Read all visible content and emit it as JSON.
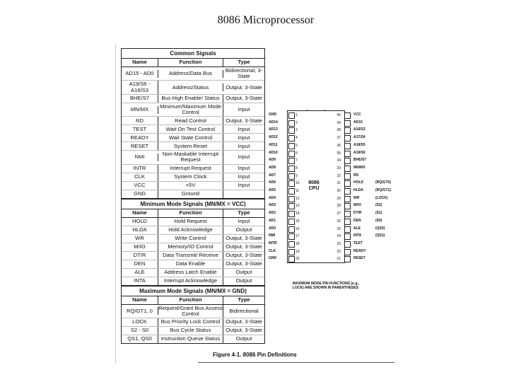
{
  "page_title": "8086 Microprocessor",
  "table": {
    "columns": [
      "Name",
      "Function",
      "Type"
    ],
    "sections": [
      {
        "title": "Common Signals",
        "rows": [
          [
            "AD15 - AD0",
            "Address/Data Bus",
            "Bidirectional, 3-State"
          ],
          [
            "A19/S6 - A16/S3",
            "Address/Status",
            "Output, 3-State"
          ],
          [
            "BHE/S7",
            "Bus High Enable/ Status",
            "Output, 3-State"
          ],
          [
            "MN/MX",
            "Minimum/Maximum Mode Control",
            "Input"
          ],
          [
            "RD",
            "Read Control",
            "Output, 3-State"
          ],
          [
            "TEST",
            "Wait On Test Control",
            "Input"
          ],
          [
            "READY",
            "Wait State Control",
            "Input"
          ],
          [
            "RESET",
            "System Reset",
            "Input"
          ],
          [
            "NMI",
            "Non-Maskable Interrupt Request",
            "Input"
          ],
          [
            "INTR",
            "Interrupt Request",
            "Input"
          ],
          [
            "CLK",
            "System Clock",
            "Input"
          ],
          [
            "VCC",
            "+5V",
            "Input"
          ],
          [
            "GND",
            "Ground",
            ""
          ]
        ]
      },
      {
        "title": "Minimum Mode Signals (MN/MX = VCC)",
        "rows": [
          [
            "HOLD",
            "Hold Request",
            "Input"
          ],
          [
            "HLDA",
            "Hold Acknowledge",
            "Output"
          ],
          [
            "WR",
            "Write Control",
            "Output, 3-State"
          ],
          [
            "M/IO",
            "Memory/IO Control",
            "Output, 3-State"
          ],
          [
            "DT/R",
            "Data Transmit/ Receive",
            "Output, 3-State"
          ],
          [
            "DEN",
            "Data Enable",
            "Output, 3-State"
          ],
          [
            "ALE",
            "Address Latch Enable",
            "Output"
          ],
          [
            "INTA",
            "Interrupt Acknowledge",
            "Output"
          ]
        ]
      },
      {
        "title": "Maximum Mode Signals (MN/MX = GND)",
        "rows": [
          [
            "RQ/GT1, 0",
            "Request/Grant Bus Access Control",
            "Bidirectional"
          ],
          [
            "LOCK",
            "Bus Priority Lock Control",
            "Output, 3-State"
          ],
          [
            "S2 - S0",
            "Bus Cycle Status",
            "Output, 3-State"
          ],
          [
            "QS1, QS0",
            "Instruction Queue Status",
            "Output"
          ]
        ]
      }
    ]
  },
  "chip": {
    "label": "8086 CPU",
    "left_pins": [
      {
        "n": "1",
        "name": "GND"
      },
      {
        "n": "2",
        "name": "AD14"
      },
      {
        "n": "3",
        "name": "AD13"
      },
      {
        "n": "4",
        "name": "AD12"
      },
      {
        "n": "5",
        "name": "AD11"
      },
      {
        "n": "6",
        "name": "AD10"
      },
      {
        "n": "7",
        "name": "AD9"
      },
      {
        "n": "8",
        "name": "AD8"
      },
      {
        "n": "9",
        "name": "AD7"
      },
      {
        "n": "10",
        "name": "AD6"
      },
      {
        "n": "11",
        "name": "AD5"
      },
      {
        "n": "12",
        "name": "AD4"
      },
      {
        "n": "13",
        "name": "AD3"
      },
      {
        "n": "14",
        "name": "AD2"
      },
      {
        "n": "15",
        "name": "AD1"
      },
      {
        "n": "16",
        "name": "AD0"
      },
      {
        "n": "17",
        "name": "NMI"
      },
      {
        "n": "18",
        "name": "INTR"
      },
      {
        "n": "19",
        "name": "CLK"
      },
      {
        "n": "20",
        "name": "GND"
      }
    ],
    "right_pins": [
      {
        "n": "40",
        "name": "VCC",
        "alt": ""
      },
      {
        "n": "39",
        "name": "AD15",
        "alt": ""
      },
      {
        "n": "38",
        "name": "A16/S3",
        "alt": ""
      },
      {
        "n": "37",
        "name": "A17/S4",
        "alt": ""
      },
      {
        "n": "36",
        "name": "A18/S5",
        "alt": ""
      },
      {
        "n": "35",
        "name": "A19/S6",
        "alt": ""
      },
      {
        "n": "34",
        "name": "BHE/S7",
        "alt": ""
      },
      {
        "n": "33",
        "name": "MN/MX",
        "alt": ""
      },
      {
        "n": "32",
        "name": "RD",
        "alt": ""
      },
      {
        "n": "31",
        "name": "HOLD",
        "alt": "(RQ/GT0)"
      },
      {
        "n": "30",
        "name": "HLDA",
        "alt": "(RQ/GT1)"
      },
      {
        "n": "29",
        "name": "WR",
        "alt": "(LOCK)"
      },
      {
        "n": "28",
        "name": "M/IO",
        "alt": "(S2)"
      },
      {
        "n": "27",
        "name": "DT/R",
        "alt": "(S1)"
      },
      {
        "n": "26",
        "name": "DEN",
        "alt": "(S0)"
      },
      {
        "n": "25",
        "name": "ALE",
        "alt": "(QS0)"
      },
      {
        "n": "24",
        "name": "INTA",
        "alt": "(QS1)"
      },
      {
        "n": "23",
        "name": "TEST",
        "alt": ""
      },
      {
        "n": "22",
        "name": "READY",
        "alt": ""
      },
      {
        "n": "21",
        "name": "RESET",
        "alt": ""
      }
    ],
    "note": "MAXIMUM MODE PIN FUNCTIONS (e.g., LOCK) ARE SHOWN IN PARENTHESES"
  },
  "caption": "Figure 4-1. 8086 Pin Definitions"
}
